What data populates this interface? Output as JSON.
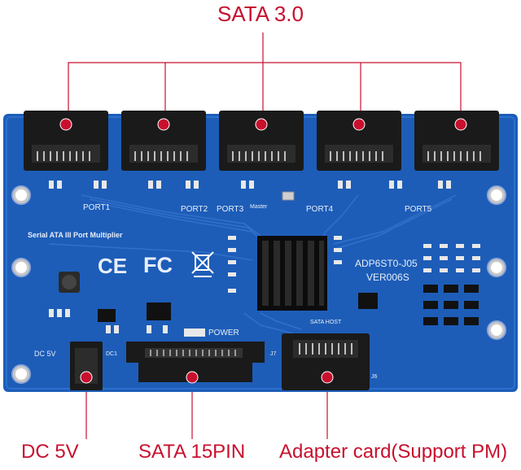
{
  "callouts": {
    "top": "SATA 3.0",
    "dc": "DC 5V",
    "sata15": "SATA 15PIN",
    "adapter": "Adapter card(Support PM)"
  },
  "board": {
    "name": "Serial ATA III Port Multiplier",
    "model": "ADP6ST0-J05",
    "version": "VER006S",
    "ports": [
      "PORT1",
      "PORT2",
      "PORT3",
      "PORT4",
      "PORT5"
    ],
    "master": "Master",
    "power": "POWER",
    "sata_host": "SATA HOST",
    "dc_label": "DC 5V",
    "jack_ref": "DC1",
    "j7": "J7",
    "j6": "J6",
    "ce_mark": "CE",
    "fc_mark": "FC"
  },
  "colors": {
    "callout": "#c8102e",
    "pcb": "#1d5db8",
    "connector": "#1a1a1a",
    "heatsink": "#0c0c0c"
  }
}
